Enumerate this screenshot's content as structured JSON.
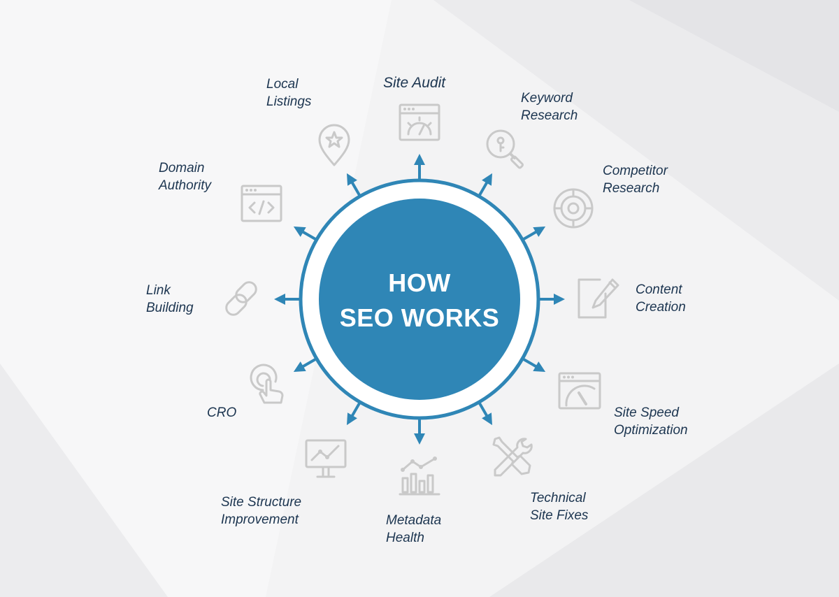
{
  "hub": {
    "line1": "HOW",
    "line2": "SEO WORKS"
  },
  "colors": {
    "primary": "#2f86b6",
    "label": "#1c3550",
    "icon": "#c9c9c9",
    "background": "#f3f3f4"
  },
  "items": [
    {
      "line1": "Site Audit",
      "line2": "",
      "icon": "browser-gauge-icon"
    },
    {
      "line1": "Keyword",
      "line2": "Research",
      "icon": "key-magnifier-icon"
    },
    {
      "line1": "Competitor",
      "line2": "Research",
      "icon": "target-icon"
    },
    {
      "line1": "Content",
      "line2": "Creation",
      "icon": "document-pencil-icon"
    },
    {
      "line1": "Site Speed",
      "line2": "Optimization",
      "icon": "speedometer-browser-icon"
    },
    {
      "line1": "Technical",
      "line2": "Site Fixes",
      "icon": "wrench-screwdriver-icon"
    },
    {
      "line1": "Metadata",
      "line2": "Health",
      "icon": "bar-chart-icon"
    },
    {
      "line1": "Site Structure",
      "line2": "Improvement",
      "icon": "presentation-board-icon"
    },
    {
      "line1": "CRO",
      "line2": "",
      "icon": "click-hand-icon"
    },
    {
      "line1": "Link",
      "line2": "Building",
      "icon": "chain-link-icon"
    },
    {
      "line1": "Domain",
      "line2": "Authority",
      "icon": "code-window-icon"
    },
    {
      "line1": "Local",
      "line2": "Listings",
      "icon": "map-pin-star-icon"
    }
  ]
}
